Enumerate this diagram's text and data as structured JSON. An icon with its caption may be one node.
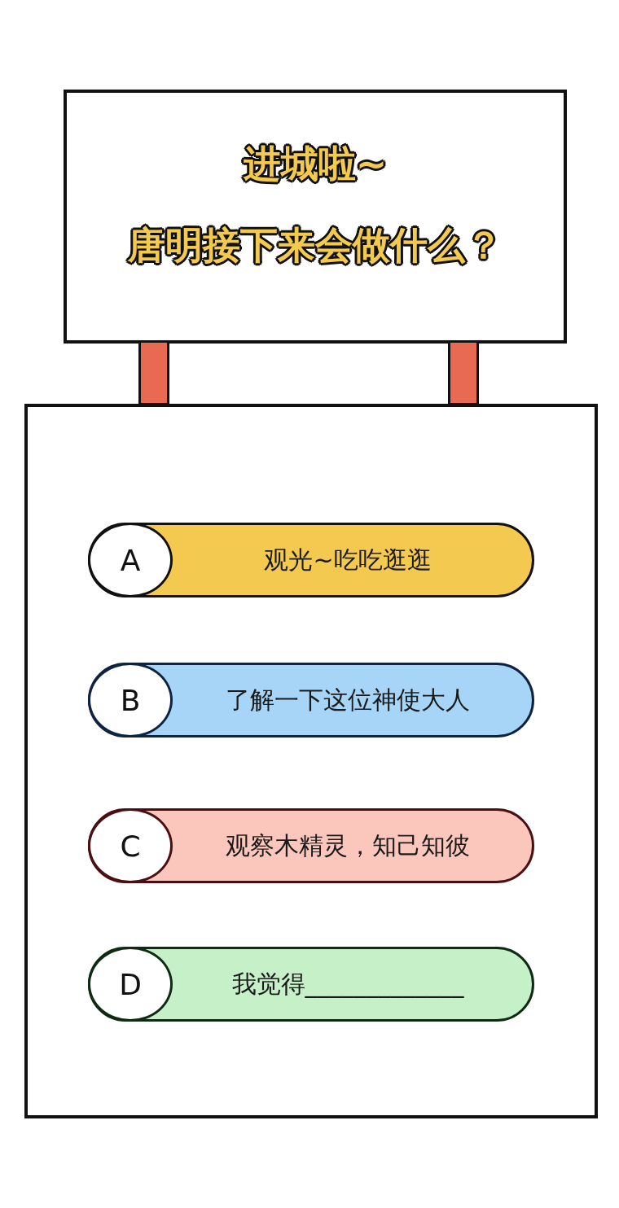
{
  "diagram": {
    "nodes": [
      {
        "text": [
          "进城啦~",
          "唐明接下来会做什么？"
        ]
      },
      {
        "text": [],
        "shape": "bar"
      },
      {
        "text": [],
        "shape": "bar"
      },
      {
        "text": [],
        "shape": "box"
      },
      {
        "text": [
          "A",
          "观光~吃吃逛逛"
        ],
        "in": 3
      },
      {
        "text": [
          "B",
          "了解一下这位神使大人"
        ],
        "in": 3
      },
      {
        "text": [
          "C",
          "观察木精灵，知己知彼"
        ],
        "in": 3
      },
      {
        "text": [
          "D",
          "我觉得_____________"
        ],
        "in": 3
      }
    ]
  }
}
